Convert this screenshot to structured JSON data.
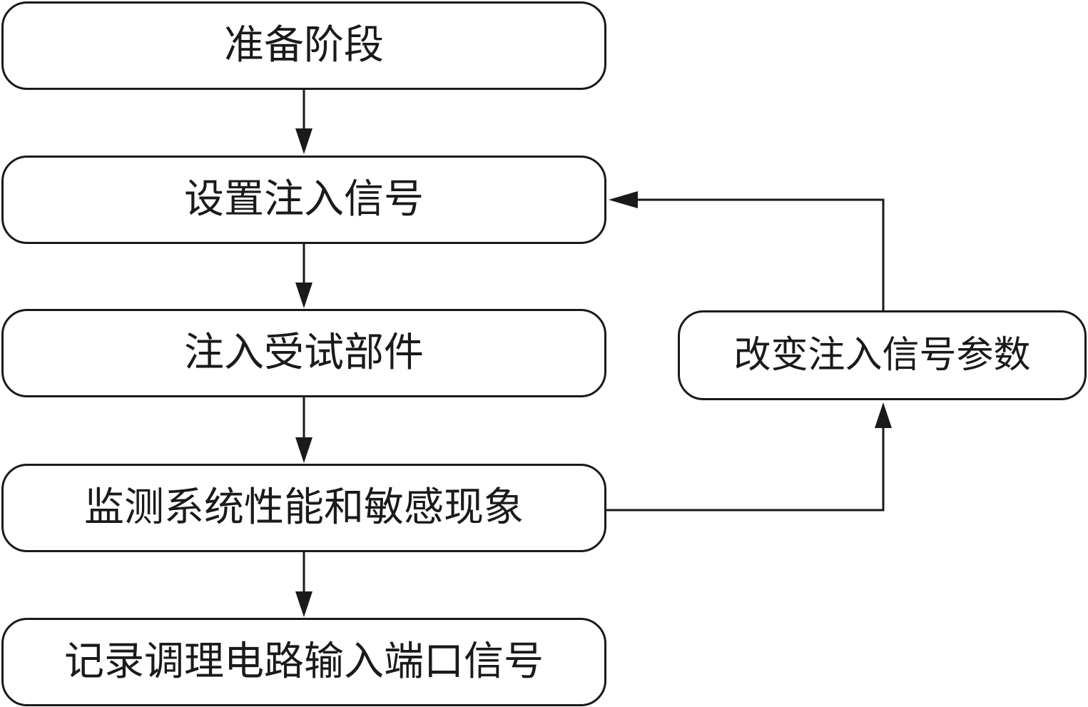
{
  "diagram": {
    "steps": [
      {
        "id": "prepare",
        "label": "准备阶段"
      },
      {
        "id": "set",
        "label": "设置注入信号"
      },
      {
        "id": "inject",
        "label": "注入受试部件"
      },
      {
        "id": "monitor",
        "label": "监测系统性能和敏感现象"
      },
      {
        "id": "record",
        "label": "记录调理电路输入端口信号"
      }
    ],
    "feedback": {
      "id": "change",
      "label": "改变注入信号参数"
    },
    "edges": [
      {
        "from": "prepare",
        "to": "set"
      },
      {
        "from": "set",
        "to": "inject"
      },
      {
        "from": "inject",
        "to": "monitor"
      },
      {
        "from": "monitor",
        "to": "record"
      },
      {
        "from": "monitor",
        "to": "change"
      },
      {
        "from": "change",
        "to": "set"
      }
    ]
  }
}
